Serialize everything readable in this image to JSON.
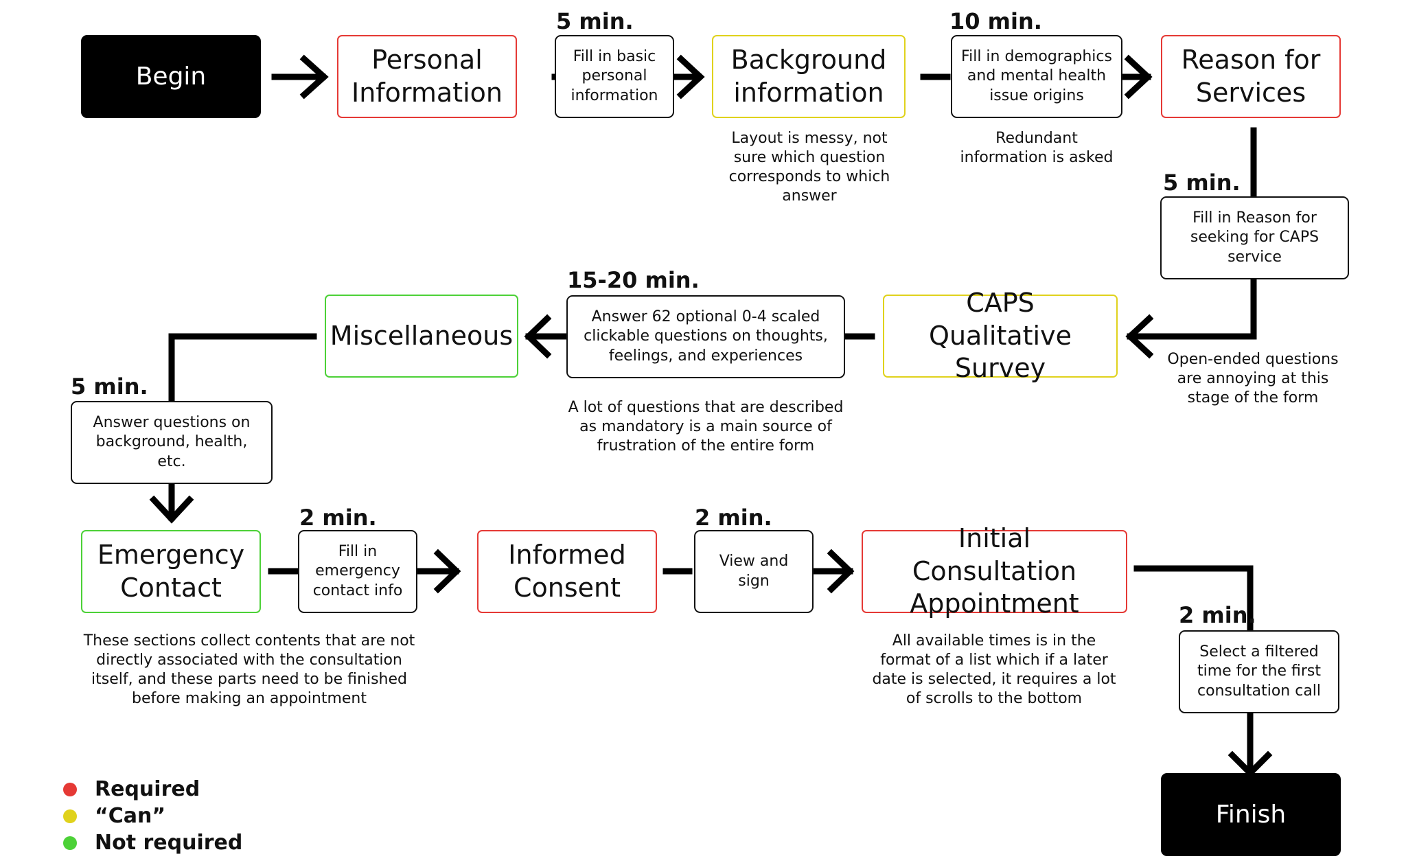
{
  "begin": "Begin",
  "finish": "Finish",
  "sections": {
    "personal": "Personal Information",
    "background": "Background information",
    "reason": "Reason for Services",
    "caps": "CAPS Qualitative Survey",
    "misc": "Miscellaneous",
    "emergency": "Emergency Contact",
    "consent": "Informed Consent",
    "appointment": "Initial Consultation Appointment"
  },
  "steps": {
    "basic": "Fill in basic personal information",
    "demographics": "Fill in demographics and mental health issue origins",
    "reason": "Fill in Reason for seeking for CAPS service",
    "answer62": "Answer 62 optional 0-4 scaled clickable questions on thoughts, feelings, and experiences",
    "background_health": "Answer questions on background, health, etc.",
    "emergency": "Fill in emergency contact info",
    "view_sign": "View and sign",
    "filtered_time": "Select a filtered time for the first consultation call"
  },
  "durations": {
    "basic": "5 min.",
    "demographics": "10 min.",
    "reason": "5 min.",
    "answer62": "15-20 min.",
    "background_health": "5 min.",
    "emergency": "2 min.",
    "view_sign": "2 min.",
    "filtered_time": "2 min."
  },
  "notes": {
    "background": "Layout is messy, not sure which question corresponds to which answer",
    "demographics": "Redundant information is asked",
    "caps": "Open-ended questions are annoying at this stage of the form",
    "answer62": "A lot of questions that are described as mandatory is a main source of frustration of the entire form",
    "emergency": "These sections collect contents that are not directly associated with the consultation itself, and these parts need to be finished before making an appointment",
    "appointment": "All available times is in the format of a list which if a later date is selected, it requires a lot of scrolls to the bottom"
  },
  "legend": {
    "required": "Required",
    "can": "“Can”",
    "not_required": "Not required"
  },
  "colors": {
    "required": "#e53935",
    "can": "#e0d21c",
    "not_required": "#4cd137"
  }
}
